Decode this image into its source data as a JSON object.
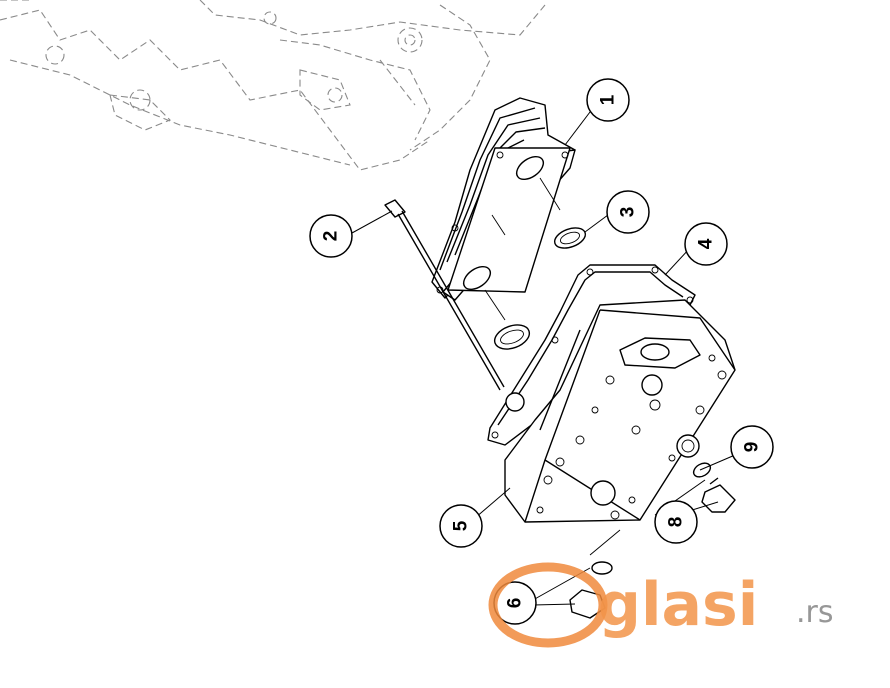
{
  "callouts": [
    {
      "id": "1",
      "label": "1"
    },
    {
      "id": "2",
      "label": "2"
    },
    {
      "id": "3",
      "label": "3"
    },
    {
      "id": "4",
      "label": "4"
    },
    {
      "id": "5",
      "label": "5"
    },
    {
      "id": "6",
      "label": "6"
    },
    {
      "id": "8",
      "label": "8"
    },
    {
      "id": "9",
      "label": "9"
    }
  ],
  "watermark": {
    "brand": "Oglasi",
    "tld": ".rs",
    "color": "#f08a3c"
  }
}
